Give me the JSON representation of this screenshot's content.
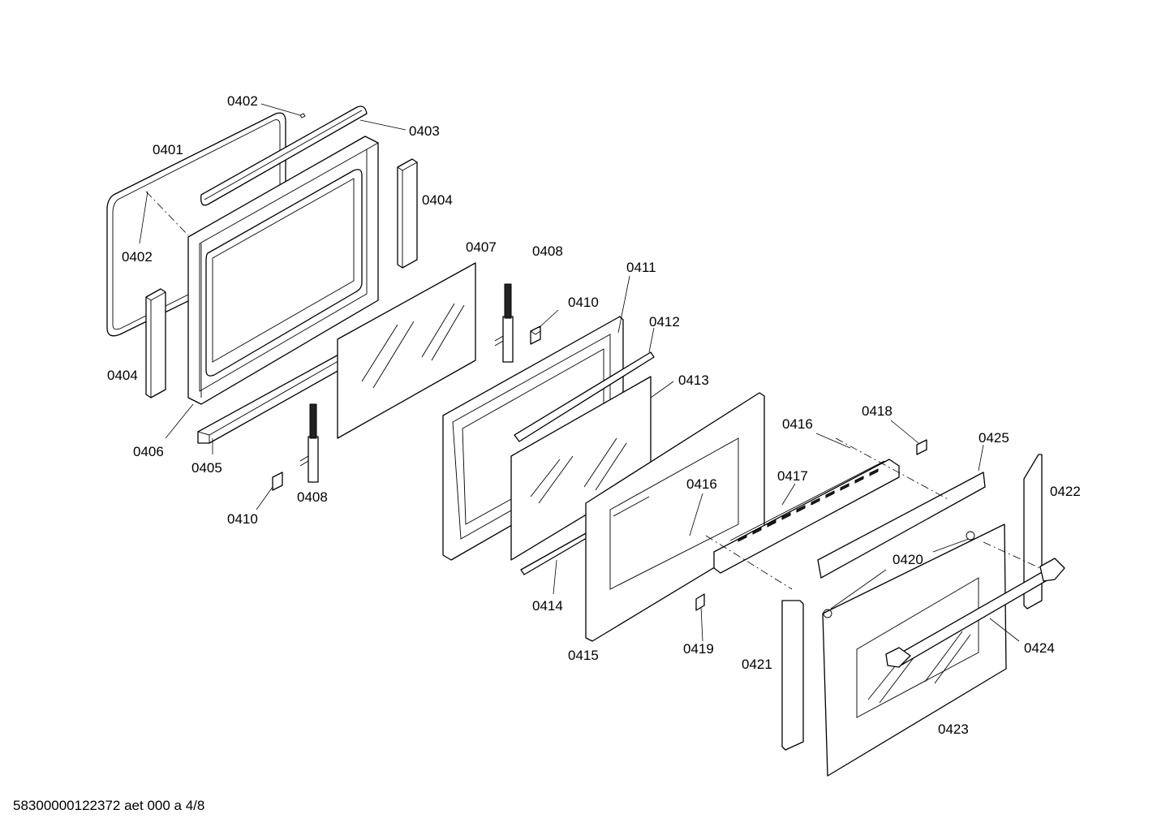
{
  "labels": {
    "p0401": "0401",
    "p0402a": "0402",
    "p0402b": "0402",
    "p0403": "0403",
    "p0404a": "0404",
    "p0404b": "0404",
    "p0405": "0405",
    "p0406": "0406",
    "p0407": "0407",
    "p0408a": "0408",
    "p0408b": "0408",
    "p0410a": "0410",
    "p0410b": "0410",
    "p0411": "0411",
    "p0412": "0412",
    "p0413": "0413",
    "p0414": "0414",
    "p0415": "0415",
    "p0416a": "0416",
    "p0416b": "0416",
    "p0417": "0417",
    "p0418": "0418",
    "p0419": "0419",
    "p0420": "0420",
    "p0421": "0421",
    "p0422": "0422",
    "p0423": "0423",
    "p0424": "0424",
    "p0425": "0425"
  },
  "footer": "58300000122372 aet 000 a 4/8"
}
